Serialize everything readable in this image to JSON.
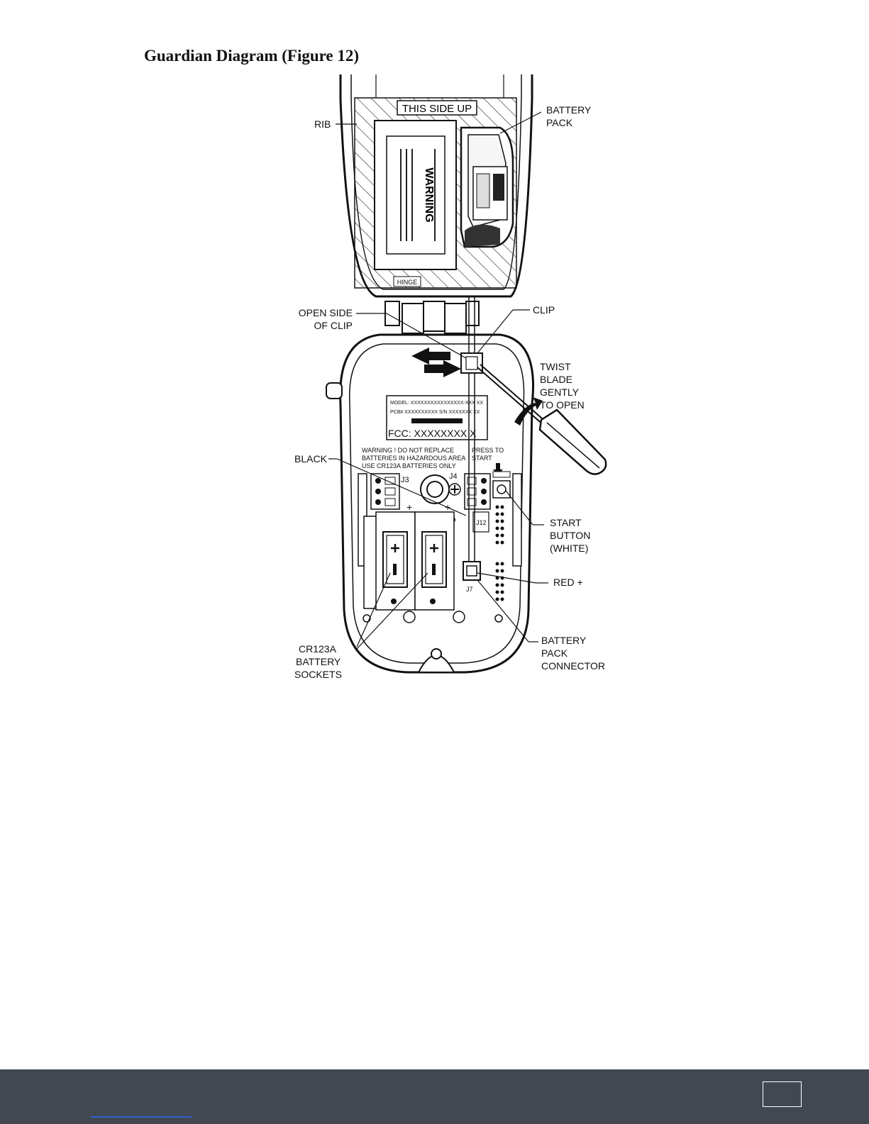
{
  "document": {
    "title": "Guardian Diagram (Figure 12)"
  },
  "figure": {
    "callouts": {
      "rib": "RIB",
      "battery_pack_1": "BATTERY",
      "battery_pack_2": "PACK",
      "open_side_1": "OPEN SIDE",
      "open_side_2": "OF CLIP",
      "clip": "CLIP",
      "twist_1": "TWIST",
      "twist_2": "BLADE",
      "twist_3": "GENTLY",
      "twist_4": "TO OPEN",
      "black": "BLACK",
      "start_1": "START",
      "start_2": "BUTTON",
      "start_3": "(WHITE)",
      "red": "RED +",
      "cr_1": "CR123A",
      "cr_2": "BATTERY",
      "cr_3": "SOCKETS",
      "bpc_1": "BATTERY",
      "bpc_2": "PACK",
      "bpc_3": "CONNECTOR"
    },
    "device": {
      "this_side_up": "THIS SIDE UP",
      "warning_label": "WARNING",
      "hinge": "HINGE",
      "model_line": "MODEL: XXXXXXXXXXXXXXXX-XXX XX",
      "pcb_line": "PCB# XXXXXXXXXX S/N XXXXXXX XX",
      "fcc_line": "FCC: XXXXXXXX X",
      "warning_1": "WARNING ! DO NOT REPLACE",
      "warning_2": "BATTERIES IN HAZARDOUS AREA",
      "warning_3": "USE CR123A BATTERIES ONLY",
      "press_1": "PRESS TO",
      "press_2": "START",
      "j3": "J3",
      "j4": "J4",
      "j12": "J12",
      "j7": "J7",
      "plus": "+"
    }
  }
}
